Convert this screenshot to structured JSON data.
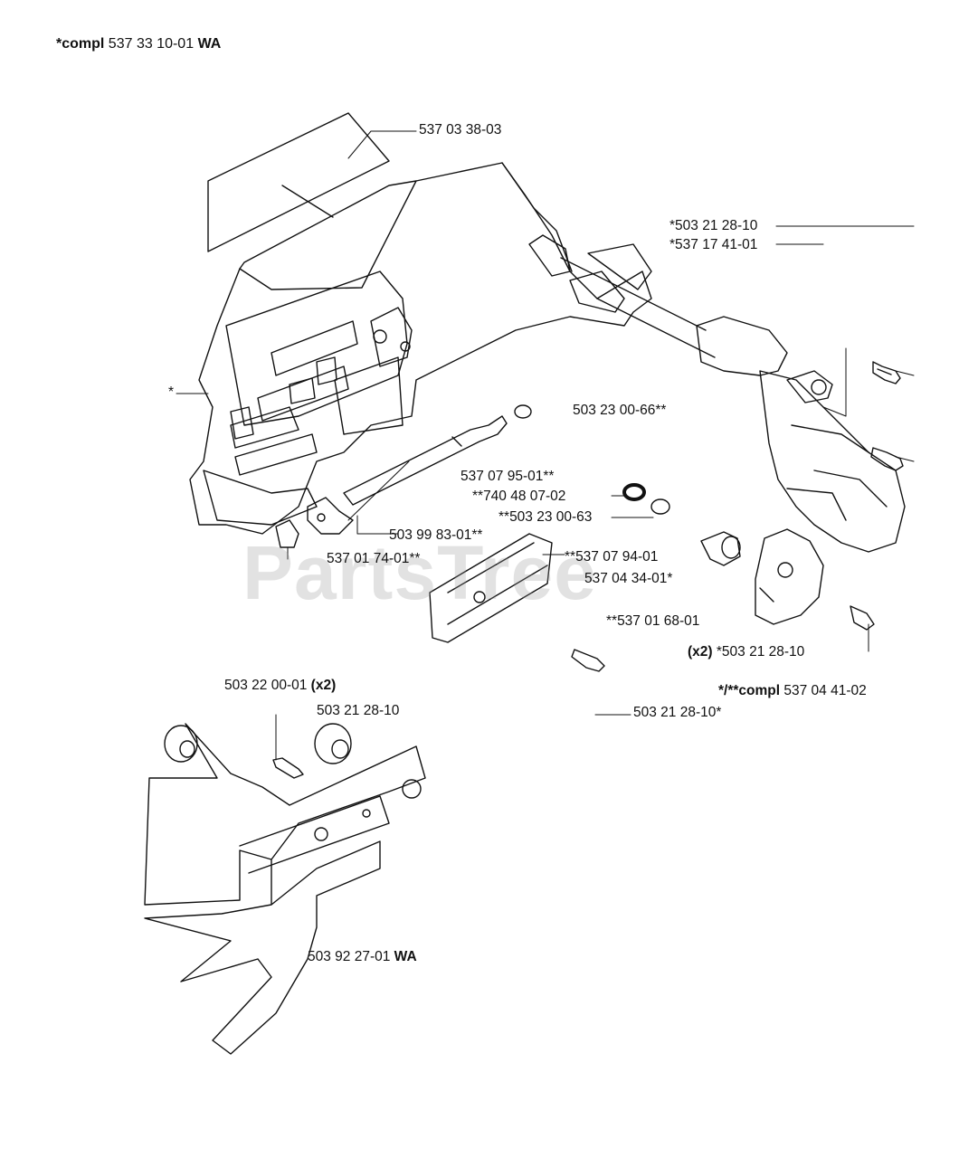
{
  "header": {
    "prefix": "*compl",
    "number": "537 33 10-01",
    "suffix": "WA"
  },
  "watermark": "PartsTree",
  "labels": {
    "p_537_03_38_03": "537 03 38-03",
    "p_503_21_28_10_a": "*503 21 28-10",
    "p_537_17_41_01": "*537 17 41-01",
    "p_star": "*",
    "p_503_23_00_66": "503 23 00-66**",
    "p_537_07_95_01": "537 07 95-01**",
    "p_740_48_07_02": "**740 48 07-02",
    "p_503_23_00_63": "**503 23 00-63",
    "p_503_99_83_01": "503 99 83-01**",
    "p_537_01_74_01": "537 01 74-01**",
    "p_537_07_94_01": "**537 07 94-01",
    "p_537_04_34_01": "537 04 34-01*",
    "p_537_01_68_01": "**537 01 68-01",
    "p_x2_prefix": "(x2)",
    "p_503_21_28_10_b": "*503 21 28-10",
    "p_compl_prefix": "*/**compl",
    "p_537_04_41_02": "537 04 41-02",
    "p_503_21_28_10_c": "503 21 28-10*",
    "p_503_22_00_01": "503 22 00-01",
    "p_x2_b": "(x2)",
    "p_503_21_28_10_d": "503 21 28-10",
    "p_503_92_27_01": "503 92 27-01",
    "p_wa": "WA"
  },
  "colors": {
    "line": "#111111",
    "watermark": "#969696"
  }
}
